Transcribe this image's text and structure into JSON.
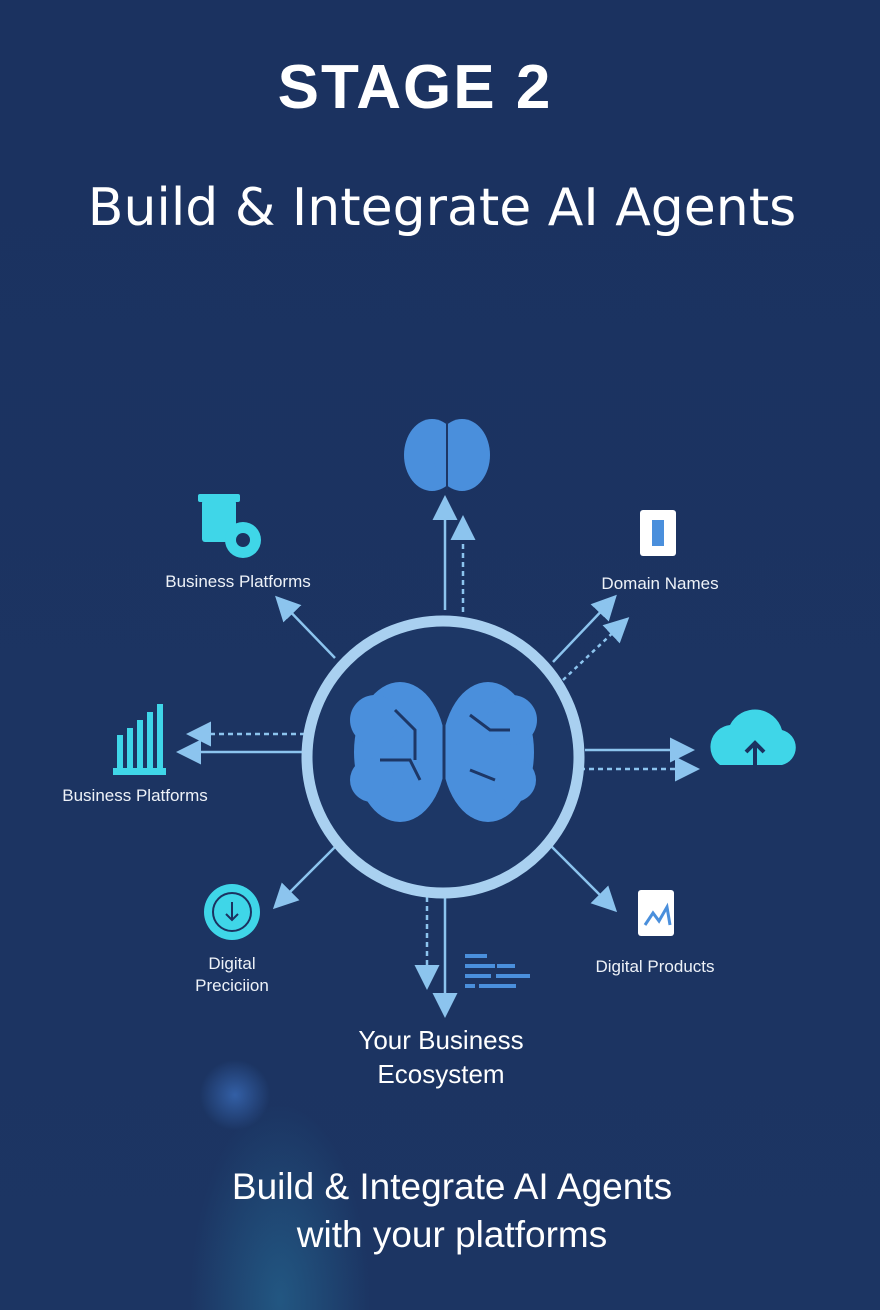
{
  "header": {
    "stage": "STAGE 2",
    "subtitle": "Build & Integrate AI Agents"
  },
  "diagram": {
    "nodes": [
      {
        "label": "Business Platforms",
        "icon": "document-gear-icon"
      },
      {
        "label": "Domain Names",
        "icon": "phone-app-icon"
      },
      {
        "label": "Business Platforms",
        "icon": "bar-chart-icon"
      },
      {
        "label": "",
        "icon": "cloud-upload-icon"
      },
      {
        "label": "Digital",
        "label2": "Preciciion",
        "icon": "gear-download-icon"
      },
      {
        "label": "Digital Products",
        "icon": "phone-chart-icon"
      }
    ],
    "center": {
      "label": "Your Business",
      "label2": "Ecosystem",
      "icon": "brain-circuit-icon"
    },
    "colors": {
      "background": "#1b3260",
      "ring": "#a9d0f0",
      "brain": "#4a8fdc",
      "cyan": "#3fd6e8",
      "arrow": "#8cc4ee"
    }
  },
  "footer": {
    "line1": "Build & Integrate AI Agents",
    "line2": "with your platforms"
  }
}
